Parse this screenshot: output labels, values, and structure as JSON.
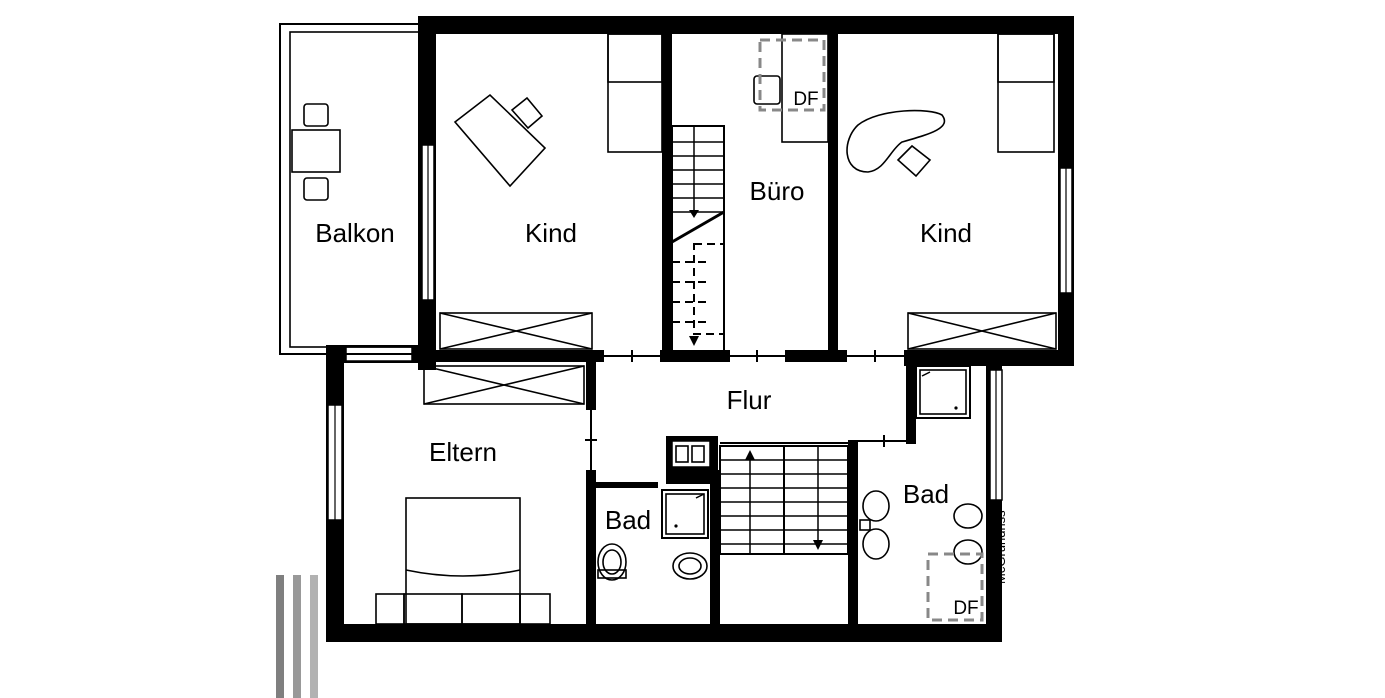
{
  "rooms": {
    "balkon": "Balkon",
    "kind_left": "Kind",
    "buero": "Büro",
    "kind_right": "Kind",
    "flur": "Flur",
    "eltern": "Eltern",
    "bad_left": "Bad",
    "bad_right": "Bad"
  },
  "markers": {
    "df_buero": "DF",
    "df_bad": "DF"
  },
  "watermark": "McGrundriss"
}
